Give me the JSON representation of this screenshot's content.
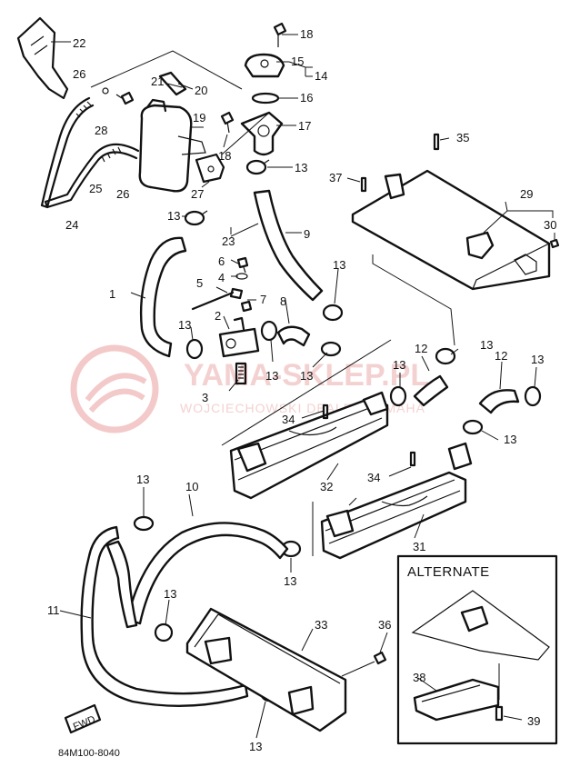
{
  "watermark": {
    "brand": "YAMA-SKLEP.PL",
    "dealer": "WOJCIECHOWSKI DEALER YAMAHA",
    "color": "#f3c9c9"
  },
  "alternate_box": {
    "title": "ALTERNATE"
  },
  "fwd_badge": "FWD",
  "diagram_code": "84M100-8040",
  "callouts": {
    "c1": "1",
    "c2": "2",
    "c3": "3",
    "c4": "4",
    "c5": "5",
    "c6": "6",
    "c7": "7",
    "c8": "8",
    "c9": "9",
    "c10": "10",
    "c11": "11",
    "c12a": "12",
    "c12b": "12",
    "c13a": "13",
    "c13b": "13",
    "c13c": "13",
    "c13d": "13",
    "c13e": "13",
    "c13f": "13",
    "c13g": "13",
    "c13h": "13",
    "c13i": "13",
    "c13j": "13",
    "c13k": "13",
    "c13l": "13",
    "c13m": "13",
    "c13n": "13",
    "c14": "14",
    "c15": "15",
    "c16": "16",
    "c17": "17",
    "c18a": "18",
    "c18b": "18",
    "c19": "19",
    "c20": "20",
    "c21": "21",
    "c22": "22",
    "c23": "23",
    "c24": "24",
    "c25": "25",
    "c26a": "26",
    "c26b": "26",
    "c27": "27",
    "c28": "28",
    "c29": "29",
    "c30": "30",
    "c31": "31",
    "c32": "32",
    "c33": "33",
    "c34a": "34",
    "c34b": "34",
    "c35": "35",
    "c36": "36",
    "c37": "37",
    "c38": "38",
    "c39": "39"
  }
}
